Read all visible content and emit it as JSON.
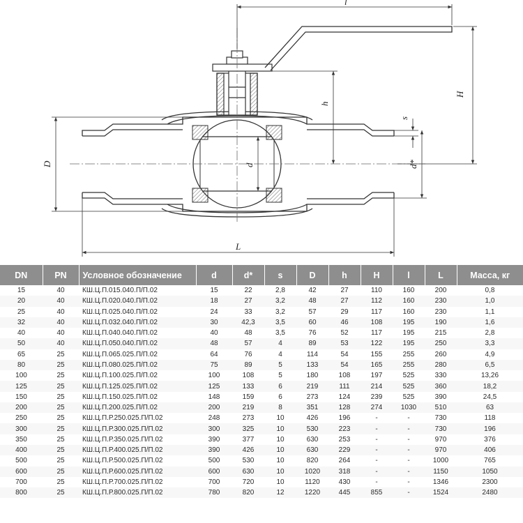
{
  "drawing": {
    "dim_labels": {
      "l": "l",
      "H": "H",
      "h": "h",
      "s": "s",
      "D": "D",
      "d": "d",
      "d_star": "d*",
      "L": "L"
    }
  },
  "table": {
    "headers": [
      "DN",
      "PN",
      "Условное обозначение",
      "d",
      "d*",
      "s",
      "D",
      "h",
      "H",
      "l",
      "L",
      "Масса, кг"
    ],
    "rows": [
      [
        "15",
        "40",
        "КШ.Ц.П.015.040.П/П.02",
        "15",
        "22",
        "2,8",
        "42",
        "27",
        "110",
        "160",
        "200",
        "0,8"
      ],
      [
        "20",
        "40",
        "КШ.Ц.П.020.040.П/П.02",
        "18",
        "27",
        "3,2",
        "48",
        "27",
        "112",
        "160",
        "230",
        "1,0"
      ],
      [
        "25",
        "40",
        "КШ.Ц.П.025.040.П/П.02",
        "24",
        "33",
        "3,2",
        "57",
        "29",
        "117",
        "160",
        "230",
        "1,1"
      ],
      [
        "32",
        "40",
        "КШ.Ц.П.032.040.П/П.02",
        "30",
        "42,3",
        "3,5",
        "60",
        "46",
        "108",
        "195",
        "190",
        "1,6"
      ],
      [
        "40",
        "40",
        "КШ.Ц.П.040.040.П/П.02",
        "40",
        "48",
        "3,5",
        "76",
        "52",
        "117",
        "195",
        "215",
        "2,8"
      ],
      [
        "50",
        "40",
        "КШ.Ц.П.050.040.П/П.02",
        "48",
        "57",
        "4",
        "89",
        "53",
        "122",
        "195",
        "250",
        "3,3"
      ],
      [
        "65",
        "25",
        "КШ.Ц.П.065.025.П/П.02",
        "64",
        "76",
        "4",
        "114",
        "54",
        "155",
        "255",
        "260",
        "4,9"
      ],
      [
        "80",
        "25",
        "КШ.Ц.П.080.025.П/П.02",
        "75",
        "89",
        "5",
        "133",
        "54",
        "165",
        "255",
        "280",
        "6,5"
      ],
      [
        "100",
        "25",
        "КШ.Ц.П.100.025.П/П.02",
        "100",
        "108",
        "5",
        "180",
        "108",
        "197",
        "525",
        "330",
        "13,26"
      ],
      [
        "125",
        "25",
        "КШ.Ц.П.125.025.П/П.02",
        "125",
        "133",
        "6",
        "219",
        "111",
        "214",
        "525",
        "360",
        "18,2"
      ],
      [
        "150",
        "25",
        "КШ.Ц.П.150.025.П/П.02",
        "148",
        "159",
        "6",
        "273",
        "124",
        "239",
        "525",
        "390",
        "24,5"
      ],
      [
        "200",
        "25",
        "КШ.Ц.П.200.025.П/П.02",
        "200",
        "219",
        "8",
        "351",
        "128",
        "274",
        "1030",
        "510",
        "63"
      ],
      [
        "250",
        "25",
        "КШ.Ц.П.Р.250.025.П/П.02",
        "248",
        "273",
        "10",
        "426",
        "196",
        "-",
        "-",
        "730",
        "118"
      ],
      [
        "300",
        "25",
        "КШ.Ц.П.Р.300.025.П/П.02",
        "300",
        "325",
        "10",
        "530",
        "223",
        "-",
        "-",
        "730",
        "196"
      ],
      [
        "350",
        "25",
        "КШ.Ц.П.Р.350.025.П/П.02",
        "390",
        "377",
        "10",
        "630",
        "253",
        "-",
        "-",
        "970",
        "376"
      ],
      [
        "400",
        "25",
        "КШ.Ц.П.Р.400.025.П/П.02",
        "390",
        "426",
        "10",
        "630",
        "229",
        "-",
        "-",
        "970",
        "406"
      ],
      [
        "500",
        "25",
        "КШ.Ц.П.Р.500.025.П/П.02",
        "500",
        "530",
        "10",
        "820",
        "264",
        "-",
        "-",
        "1000",
        "765"
      ],
      [
        "600",
        "25",
        "КШ.Ц.П.Р.600.025.П/П.02",
        "600",
        "630",
        "10",
        "1020",
        "318",
        "-",
        "-",
        "1150",
        "1050"
      ],
      [
        "700",
        "25",
        "КШ.Ц.П.Р.700.025.П/П.02",
        "700",
        "720",
        "10",
        "1120",
        "430",
        "-",
        "-",
        "1346",
        "2300"
      ],
      [
        "800",
        "25",
        "КШ.Ц.П.Р.800.025.П/П.02",
        "780",
        "820",
        "12",
        "1220",
        "445",
        "855",
        "-",
        "1524",
        "2480"
      ]
    ]
  }
}
